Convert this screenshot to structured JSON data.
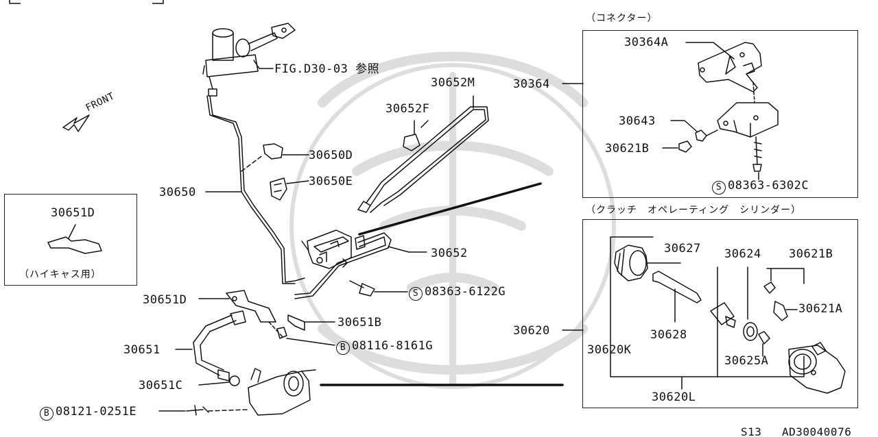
{
  "theme": {
    "ink": "#111111",
    "background": "#ffffff",
    "watermark": "#dddddd"
  },
  "top_parts": {
    "fig_ref": "FIG.D30-03 参照",
    "front_label": "FRONT",
    "p30652M": "30652M",
    "p30652F": "30652F",
    "p30650D": "30650D",
    "p30650E": "30650E",
    "p30650": "30650",
    "p30652": "30652",
    "bolt_s_6122G": "08363-6122G",
    "p30651D": "30651D",
    "p30651B": "30651B",
    "bolt_b_8161G": "08116-8161G",
    "p30651": "30651",
    "p30651C": "30651C",
    "bolt_b_0251E": "08121-0251E"
  },
  "hicas_inset": {
    "part": "30651D",
    "caption": "（ハイキャス用）"
  },
  "connector_inset": {
    "title": "（コネクター）",
    "p30364": "30364",
    "p30364A": "30364A",
    "p30643": "30643",
    "p30621B": "30621B",
    "bolt_s_6302C": "08363-6302C"
  },
  "cylinder_inset": {
    "title": "（クラッチ　オペレーティング　シリンダー）",
    "p30620": "30620",
    "p30627": "30627",
    "p30624": "30624",
    "p30621B": "30621B",
    "p30621A": "30621A",
    "p30628": "30628",
    "p30620K": "30620K",
    "p30625A": "30625A",
    "p30620L": "30620L"
  },
  "marks": {
    "s": "S",
    "b": "B"
  },
  "footer": {
    "series": "S13",
    "code": "AD30040076"
  }
}
